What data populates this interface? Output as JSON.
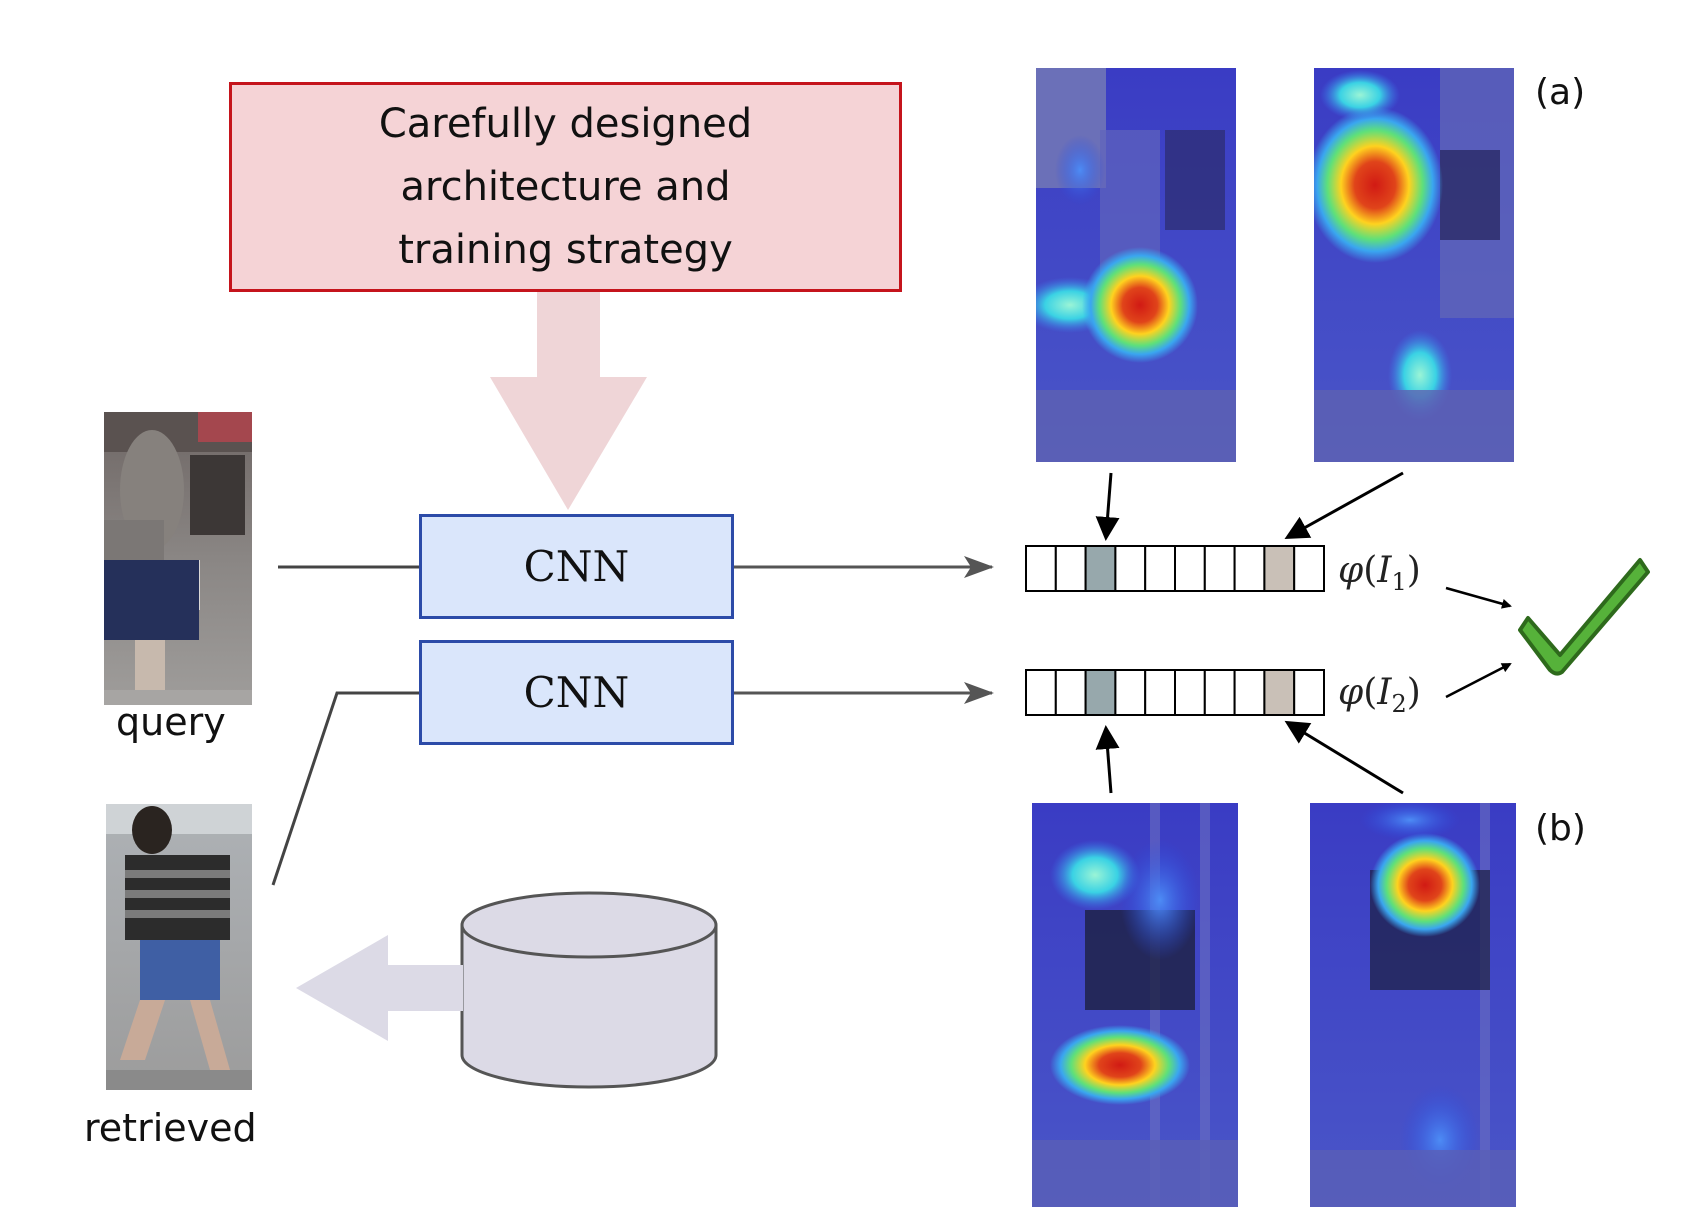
{
  "top_box": {
    "lines": [
      "Carefully designed",
      "architecture and",
      "training strategy"
    ]
  },
  "cnn_blocks": [
    {
      "label": "CNN"
    },
    {
      "label": "CNN"
    }
  ],
  "images": {
    "query_label": "query",
    "retrieved_label": "retrieved"
  },
  "heatmaps": {
    "tag_a": "(a)",
    "tag_b": "(b)"
  },
  "features": [
    {
      "func": "φ",
      "var": "I",
      "sub": "1",
      "cells": 10,
      "highlighted_cells": [
        3,
        9
      ]
    },
    {
      "func": "φ",
      "var": "I",
      "sub": "2",
      "cells": 10,
      "highlighted_cells": [
        3,
        9
      ]
    }
  ],
  "colors": {
    "top_box_fill": "#f5d3d6",
    "top_box_border": "#c5141c",
    "cnn_fill": "#dae6fb",
    "cnn_border": "#2c4ba8",
    "highlight_cell_a": "#97a8ac",
    "highlight_cell_b": "#c9c0b7",
    "check": "#56b23a",
    "database": "#dcdae6"
  },
  "icons": [
    "checkmark-icon",
    "database-icon",
    "arrow-down-icon",
    "arrow-left-icon"
  ]
}
